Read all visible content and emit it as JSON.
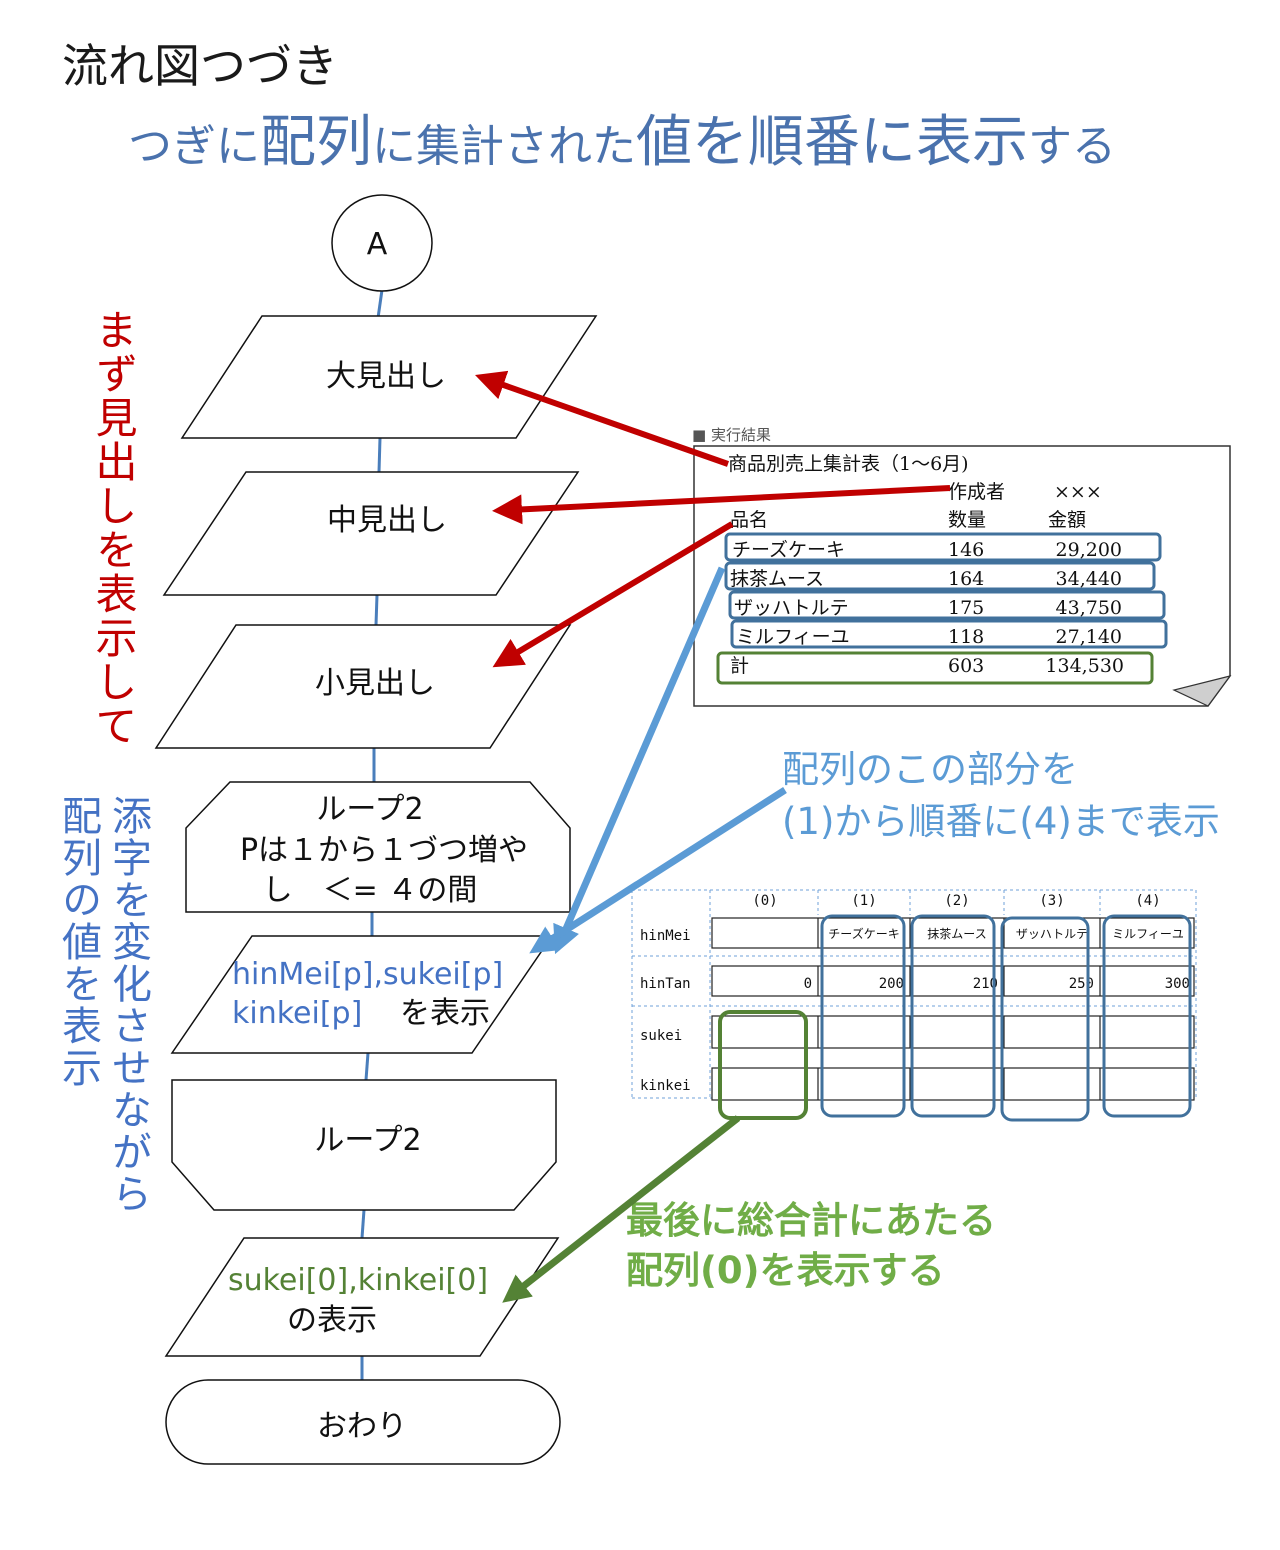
{
  "page": {
    "title": "流れ図つづき",
    "subtitle_parts": [
      "つぎに",
      "配列",
      "に",
      "集計された",
      "値を順番に表示",
      "する"
    ]
  },
  "flowchart": {
    "connector_a": "A",
    "big_heading": "大見出し",
    "mid_heading": "中見出し",
    "small_heading": "小見出し",
    "loop_start": [
      "ループ2",
      "Pは１から１づつ増や",
      "し　＜= ４の間"
    ],
    "output_item_vars_1": "hinMei[p],sukei[p]",
    "output_item_vars_2": "kinkei[p]",
    "output_item_suffix": "を表示",
    "loop_end": "ループ2",
    "output_total_vars": "sukei[0],kinkei[0]",
    "output_total_suffix": "の表示",
    "terminal": "おわり"
  },
  "annotations": {
    "red_vertical": "まず見出しを表示して",
    "blue_vertical_1": "添字を変化させながら",
    "blue_vertical_2": "配列の値を表示",
    "blue_caption_1": "配列のこの部分を",
    "blue_caption_2": "(1)から順番に(4)まで表示",
    "green_caption_1": "最後に総合計にあたる",
    "green_caption_2": "配列(0)を表示する"
  },
  "report": {
    "top_fragment": "■ 実行結果",
    "title": "商品別売上集計表（1～6月)",
    "author_label": "作成者",
    "author_value": "×××",
    "headers": [
      "品名",
      "数量",
      "金額"
    ],
    "rows": [
      [
        "チーズケーキ",
        "146",
        "29,200"
      ],
      [
        "抹茶ムース",
        "164",
        "34,440"
      ],
      [
        "ザッハトルテ",
        "175",
        "43,750"
      ],
      [
        "ミルフィーユ",
        "118",
        "27,140"
      ]
    ],
    "total": [
      "計",
      "603",
      "134,530"
    ]
  },
  "array_table": {
    "indices": [
      "(0)",
      "(1)",
      "(2)",
      "(3)",
      "(4)"
    ],
    "row_labels": [
      "hinMei",
      "hinTan",
      "sukei",
      "kinkei"
    ],
    "hinMei": [
      "",
      "チーズケーキ",
      "抹茶ムース",
      "ザッハトルテ",
      "ミルフィーユ"
    ],
    "hinTan": [
      "0",
      "200",
      "210",
      "250",
      "300"
    ]
  },
  "colors": {
    "red_arrow": "#c00000",
    "blue_arrow": "#5b9bd5",
    "green_arrow": "#548235",
    "highlight_blue": "#41719c",
    "highlight_green": "#548235",
    "flow_line": "#4a7ebb"
  }
}
